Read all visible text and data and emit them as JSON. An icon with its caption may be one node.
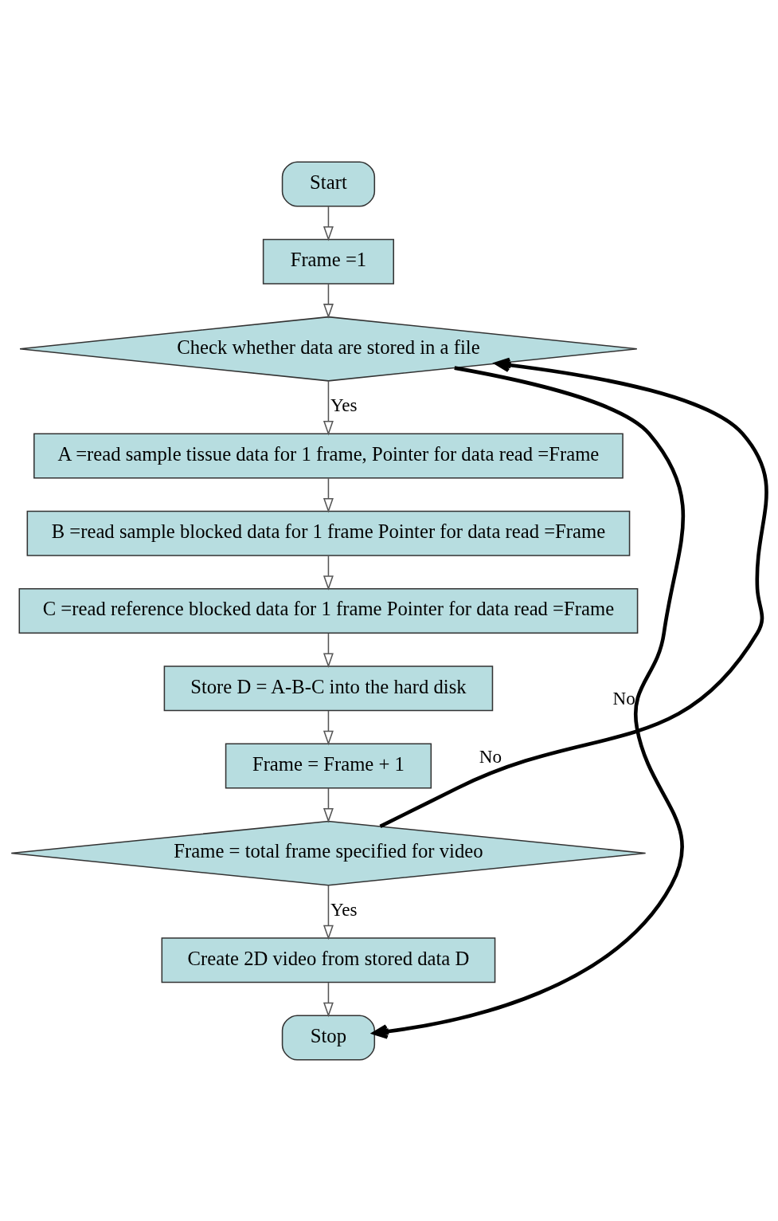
{
  "diagram": {
    "nodes": [
      {
        "text": [
          "Start"
        ]
      },
      {
        "text": [
          "Frame =1"
        ]
      },
      {
        "text": [
          "Check whether data are stored in a file"
        ]
      },
      {
        "text": [
          "A =read sample tissue data for 1 frame, Pointer for data read =Frame"
        ]
      },
      {
        "text": [
          "B =read sample blocked data for 1 frame Pointer for data read =Frame"
        ]
      },
      {
        "text": [
          "C =read reference blocked data for 1 frame Pointer for data read =Frame"
        ]
      },
      {
        "text": [
          "Store D = A-B-C into the hard disk"
        ]
      },
      {
        "text": [
          "Frame = Frame + 1"
        ]
      },
      {
        "text": [
          "Frame = total frame specified for video"
        ]
      },
      {
        "text": [
          "Create 2D video from stored data D"
        ]
      },
      {
        "text": [
          "Stop"
        ]
      }
    ],
    "edges": [
      {
        "from": 0,
        "to": 1,
        "arrow": "to"
      },
      {
        "from": 1,
        "to": 2,
        "arrow": "to"
      },
      {
        "from": 2,
        "to": 3,
        "arrow": "to",
        "label": "Yes"
      },
      {
        "from": 3,
        "to": 4,
        "arrow": "to"
      },
      {
        "from": 4,
        "to": 5,
        "arrow": "to"
      },
      {
        "from": 5,
        "to": 6,
        "arrow": "to"
      },
      {
        "from": 6,
        "to": 7,
        "arrow": "to"
      },
      {
        "from": 7,
        "to": 8,
        "arrow": "to"
      },
      {
        "from": 8,
        "to": 9,
        "arrow": "to",
        "label": "Yes"
      },
      {
        "from": 9,
        "to": 10,
        "arrow": "to"
      },
      {
        "from": 2,
        "to": 10,
        "arrow": "to",
        "label": "No",
        "style": "thick",
        "color": "#000000"
      },
      {
        "from": 8,
        "to": 2,
        "arrow": "to",
        "label": "No",
        "style": "thick",
        "color": "#000000"
      }
    ]
  }
}
